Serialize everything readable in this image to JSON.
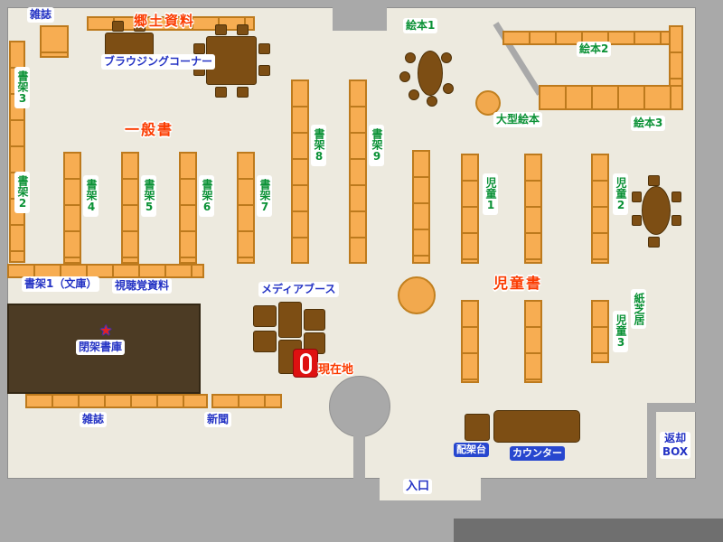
{
  "title": "library-floor-map",
  "labels": {
    "magazines_top": "雑誌",
    "local_materials": "郷土資料",
    "browsing_corner": "ブラウジングコーナー",
    "shelf_3": "書架3",
    "shelf_2": "書架2",
    "general_books": "一般書",
    "shelf_4": "書架4",
    "shelf_5": "書架5",
    "shelf_6": "書架6",
    "shelf_7": "書架7",
    "shelf_8": "書架8",
    "shelf_9": "書架9",
    "picture_books_1": "絵本1",
    "picture_books_2": "絵本2",
    "picture_books_3": "絵本3",
    "large_picture_books": "大型絵本",
    "children_1": "児童1",
    "children_2": "児童2",
    "children_3": "児童3",
    "children_books": "児童書",
    "kamishibai": "紙芝居",
    "shelf_1_bunko": "書架1（文庫）",
    "audio_visual": "視聴覚資料",
    "media_booth": "メディアブース",
    "closed_stacks": "閉架書庫",
    "current_location": "現在地",
    "magazines_bottom": "雑誌",
    "newspaper": "新聞",
    "entrance": "入口",
    "shelving_desk": "配架台",
    "counter": "カウンター",
    "return_box_line1": "返却",
    "return_box_line2": "BOX"
  },
  "icons": {
    "star": "★"
  },
  "colors": {
    "floor": "#edeadf",
    "wall": "#a9a9a9",
    "shelf": "#f7ad52",
    "shelf_border": "#bd7a1d",
    "furniture": "#7d4e14",
    "closed_stacks": "#4c3b24",
    "label_green": "#0a9135",
    "label_blue": "#2433c4",
    "label_red": "#fb3b00",
    "badge_blue_bg": "#2747cf",
    "current_marker": "#de1111"
  }
}
